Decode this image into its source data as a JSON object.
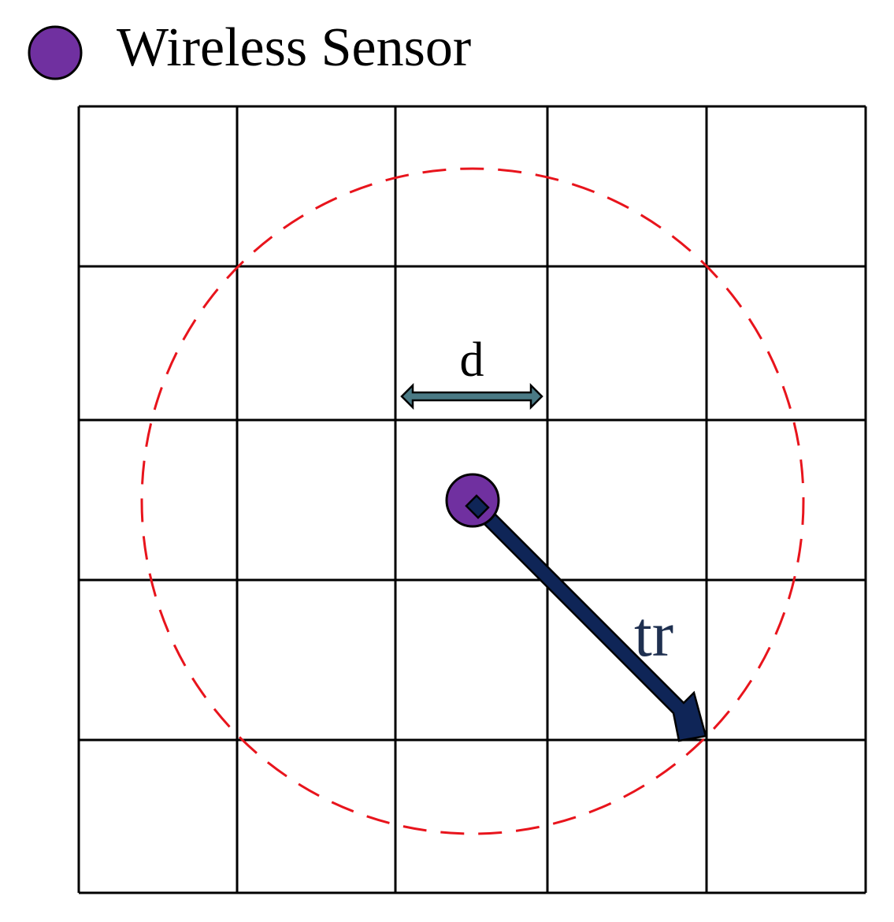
{
  "legend": {
    "label": "Wireless Sensor",
    "marker_icon": "sensor-circle-icon"
  },
  "grid": {
    "rows": 5,
    "cols": 5
  },
  "annotations": {
    "cell_spacing_label": "d",
    "range_label": "tr"
  },
  "colors": {
    "sensor_fill": "#7030A0",
    "sensor_stroke": "#000000",
    "grid_line": "#000000",
    "range_circle": "#E8141C",
    "range_arrow": "#0F2557",
    "d_arrow_fill": "#4A7A85",
    "tr_text": "#1F3050"
  }
}
